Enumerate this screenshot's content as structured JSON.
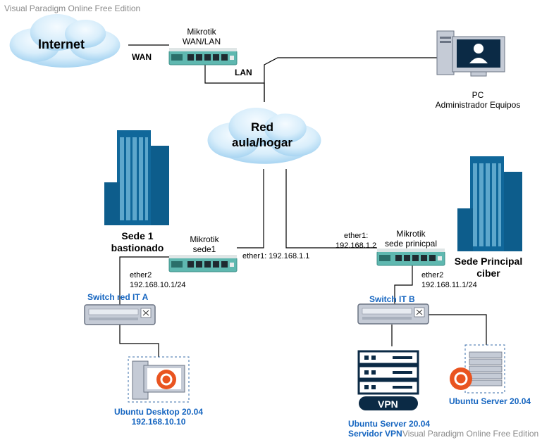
{
  "watermark": {
    "top": "Visual Paradigm Online Free Edition",
    "bottom": "Visual Paradigm Online Free Edition"
  },
  "clouds": {
    "internet": "Internet",
    "network_line1": "Red",
    "network_line2": "aula/hogar"
  },
  "links": {
    "wan": "WAN",
    "lan": "LAN"
  },
  "mikrotik_main": {
    "line1": "Mikrotik",
    "line2": "WAN/LAN"
  },
  "pc": {
    "line1": "PC",
    "line2": "Administrador Equipos"
  },
  "site1": {
    "name_line1": "Sede 1",
    "name_line2": "bastionado",
    "router_line1": "Mikrotik",
    "router_line2": "sede1",
    "ether1": "ether1: 192.168.1.1",
    "ether2_line1": "ether2",
    "ether2_line2": "192.168.10.1/24",
    "switch": "Switch red IT A",
    "desktop_line1": "Ubuntu Desktop 20.04",
    "desktop_line2": "192.168.10.10"
  },
  "site2": {
    "name_line1": "Sede Principal",
    "name_line2": "ciber",
    "router_line1": "Mikrotik",
    "router_line2": "sede prinicpal",
    "ether1_line1": "ether1:",
    "ether1_line2": "192.168.1.2",
    "ether2_line1": "ether2",
    "ether2_line2": "192.168.11.1/24",
    "switch": "Switch  IT B",
    "vpn_badge": "VPN",
    "vpn_line1": "Ubuntu Server 20.04",
    "vpn_line2": "Servidor VPN",
    "server": "Ubuntu Server 20.04"
  },
  "colors": {
    "cloud_light": "#eef7fd",
    "cloud_dark": "#a9d6f2",
    "building": "#10679a",
    "router": "#5fb8b0",
    "device_gray": "#c5cbd6",
    "navy": "#0b2a45",
    "ubuntu": "#e95420",
    "label_blue": "#1565c0"
  }
}
